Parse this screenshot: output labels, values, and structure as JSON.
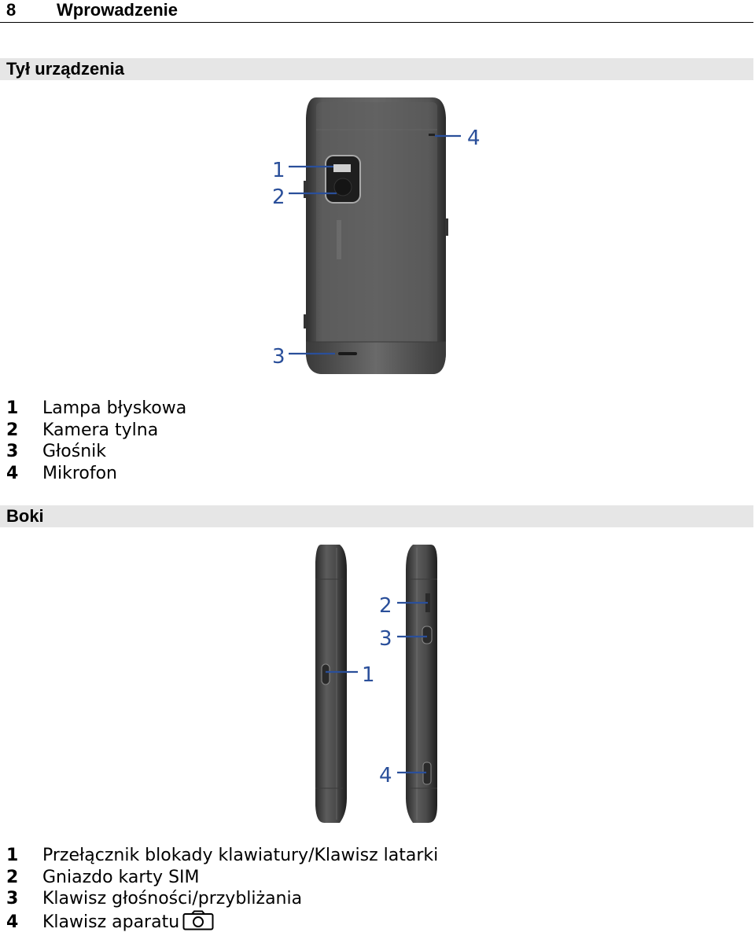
{
  "header": {
    "page_number": "8",
    "chapter": "Wprowadzenie"
  },
  "back_section": {
    "title": "Tył urządzenia",
    "callouts": [
      "1",
      "2",
      "3",
      "4"
    ],
    "items": [
      {
        "num": "1",
        "label": "Lampa błyskowa"
      },
      {
        "num": "2",
        "label": "Kamera tylna"
      },
      {
        "num": "3",
        "label": "Głośnik"
      },
      {
        "num": "4",
        "label": "Mikrofon"
      }
    ]
  },
  "sides_section": {
    "title": "Boki",
    "callouts": [
      "1",
      "2",
      "3",
      "4"
    ],
    "items": [
      {
        "num": "1",
        "label": "Przełącznik blokady klawiatury/Klawisz latarki"
      },
      {
        "num": "2",
        "label": "Gniazdo karty SIM"
      },
      {
        "num": "3",
        "label": "Klawisz głośności/przybliżania"
      },
      {
        "num": "4",
        "label": "Klawisz aparatu",
        "icon": "camera-icon"
      }
    ]
  },
  "colors": {
    "callout_blue": "#2a4f9a",
    "section_bar": "#e6e6e6",
    "phone_body": "#4a4a4a"
  }
}
